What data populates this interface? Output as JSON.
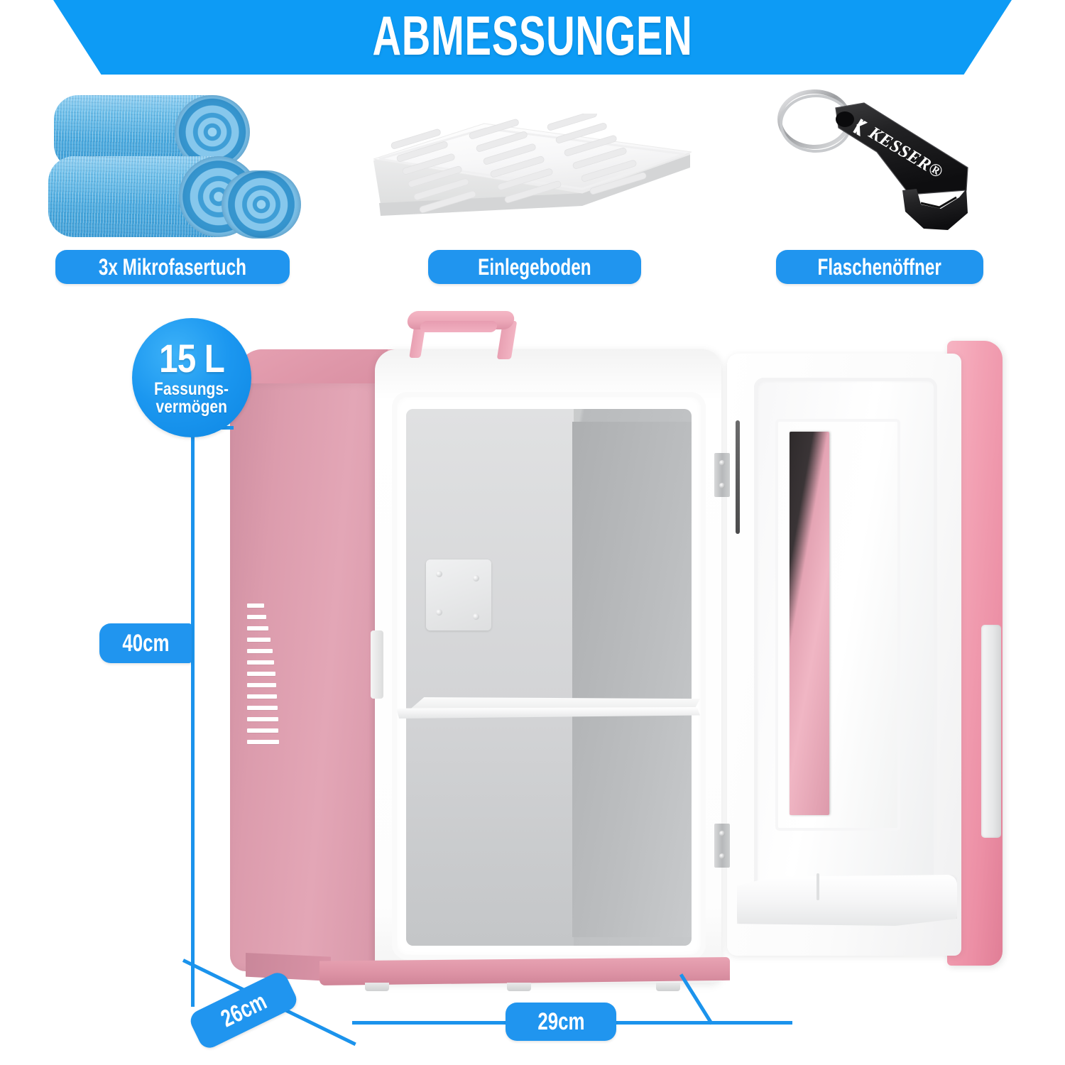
{
  "header": {
    "title": "ABMESSUNGEN",
    "banner_color": "#0d9bf5"
  },
  "accessories": [
    {
      "id": "cloths",
      "label": "3x Mikrofasertuch",
      "icon": "microfiber-cloth-rolls-icon",
      "color": "#49a8dd"
    },
    {
      "id": "shelf",
      "label": "Einlegeboden",
      "icon": "slotted-shelf-icon",
      "color": "#f2f2f2"
    },
    {
      "id": "opener",
      "label": "Flaschenöffner",
      "icon": "bottle-opener-keychain-icon",
      "color": "#1d1d1d"
    }
  ],
  "bottle_opener": {
    "brand": "KESSER®"
  },
  "capacity_badge": {
    "value": "15 L",
    "caption_line1": "Fassungs-",
    "caption_line2": "vermögen",
    "color": "#1b97f0"
  },
  "product": {
    "name": "mini-fridge",
    "body_color": "#dc9cad",
    "door_color": "#f19aae",
    "interior_color": "#c9cbcc",
    "accent_color": "#1b93ec"
  },
  "dimensions": {
    "height": "40cm",
    "depth": "26cm",
    "width": "29cm"
  }
}
